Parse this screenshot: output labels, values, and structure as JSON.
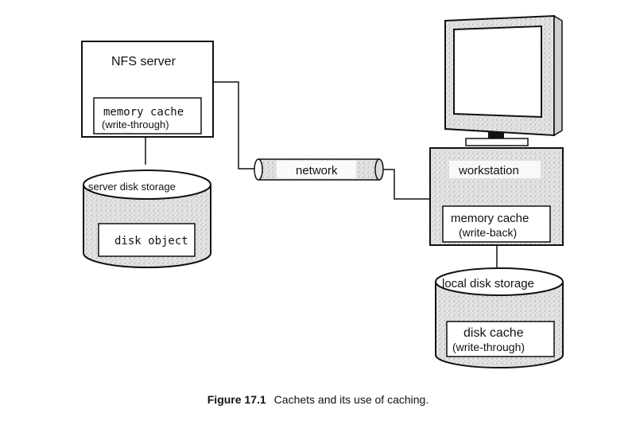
{
  "nfs_server": {
    "title": "NFS server",
    "cache_line1": "memory cache",
    "cache_line2": "(write-through)"
  },
  "server_disk": {
    "title": "server disk storage",
    "object": "disk object"
  },
  "network": {
    "label": "network"
  },
  "workstation": {
    "title": "workstation",
    "cache_line1": "memory cache",
    "cache_line2": "(write-back)"
  },
  "local_disk": {
    "title": "local disk storage",
    "cache_line1": "disk cache",
    "cache_line2": "(write-through)"
  },
  "caption": {
    "number": "Figure 17.1",
    "text": "Cachets and its use of caching."
  }
}
